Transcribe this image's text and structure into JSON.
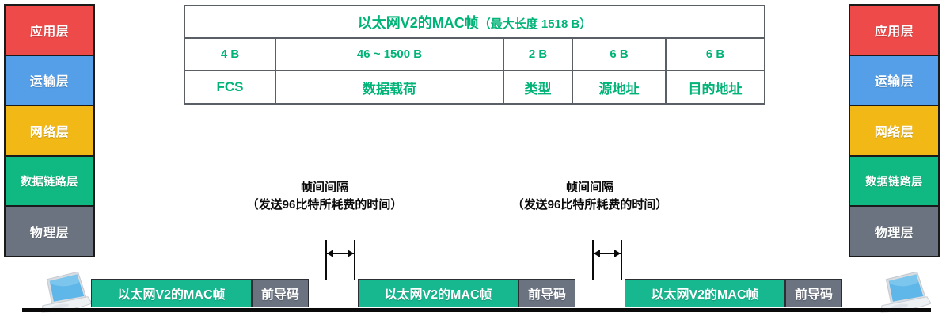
{
  "colors": {
    "application": "#ef4a4a",
    "transport": "#549fe8",
    "network": "#f2b816",
    "datalink": "#10b981",
    "physical": "#6b7380",
    "frame_green": "#17b890",
    "preamble_gray": "#6b7280",
    "table_text": "#00b377",
    "table_border": "#5a5f66",
    "annotation": "#0a0a0a",
    "wire": "#0a0a0a"
  },
  "layer_stack": {
    "items": [
      {
        "label": "应用层",
        "color": "#ef4a4a"
      },
      {
        "label": "运输层",
        "color": "#549fe8"
      },
      {
        "label": "网络层",
        "color": "#f2b816"
      },
      {
        "label": "数据链路层",
        "color": "#10b981"
      },
      {
        "label": "物理层",
        "color": "#6b7380"
      }
    ]
  },
  "frame_table": {
    "title_main": "以太网V2的MAC帧",
    "title_sub": "（最大长度 1518 B）",
    "sizes": [
      "4 B",
      "46 ~ 1500 B",
      "2 B",
      "6 B",
      "6 B"
    ],
    "names": [
      "FCS",
      "数据载荷",
      "类型",
      "源地址",
      "目的地址"
    ]
  },
  "gap_notes": [
    {
      "line1": "帧间间隔",
      "line2": "（发送96比特所耗费的时间）"
    },
    {
      "line1": "帧间间隔",
      "line2": "（发送96比特所耗费的时间）"
    }
  ],
  "transmission": {
    "frames": [
      {
        "mac_label": "以太网V2的MAC帧",
        "preamble_label": "前导码"
      },
      {
        "mac_label": "以太网V2的MAC帧",
        "preamble_label": "前导码"
      },
      {
        "mac_label": "以太网V2的MAC帧",
        "preamble_label": "前导码"
      }
    ]
  }
}
